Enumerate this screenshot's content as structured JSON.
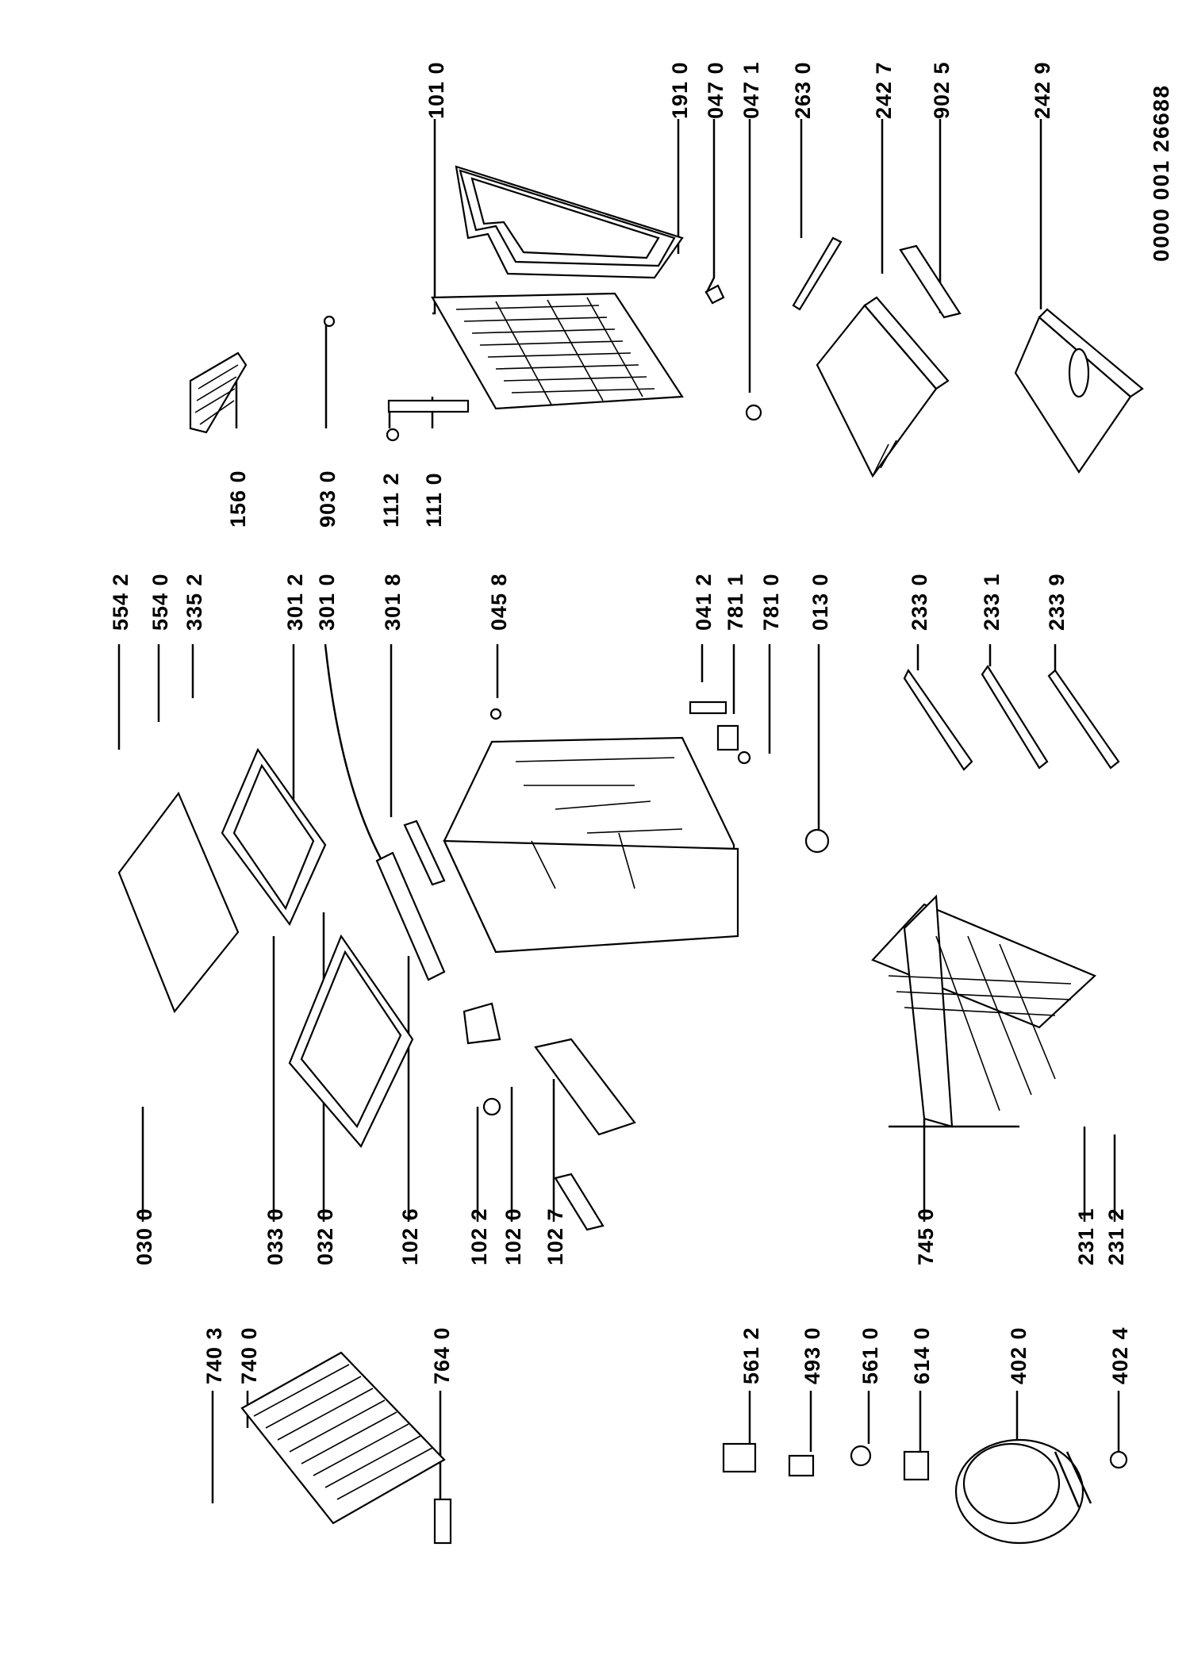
{
  "diagram": {
    "reference_number": "0000 001 26688",
    "part_labels": [
      "101 0",
      "191 0",
      "047 0",
      "047 1",
      "263 0",
      "242 7",
      "902 5",
      "242 9",
      "156 0",
      "903 0",
      "111 2",
      "111 0",
      "554 2",
      "554 0",
      "335 2",
      "301 2",
      "301 0",
      "301 8",
      "045 8",
      "041 2",
      "781 1",
      "781 0",
      "013 0",
      "233 0",
      "233 1",
      "233 9",
      "030 0",
      "033 0",
      "032 0",
      "102 6",
      "102 2",
      "102 0",
      "102 7",
      "745 0",
      "231 1",
      "231 2",
      "740 3",
      "740 0",
      "764 0",
      "561 2",
      "493 0",
      "561 0",
      "614 0",
      "402 0",
      "402 4"
    ]
  }
}
